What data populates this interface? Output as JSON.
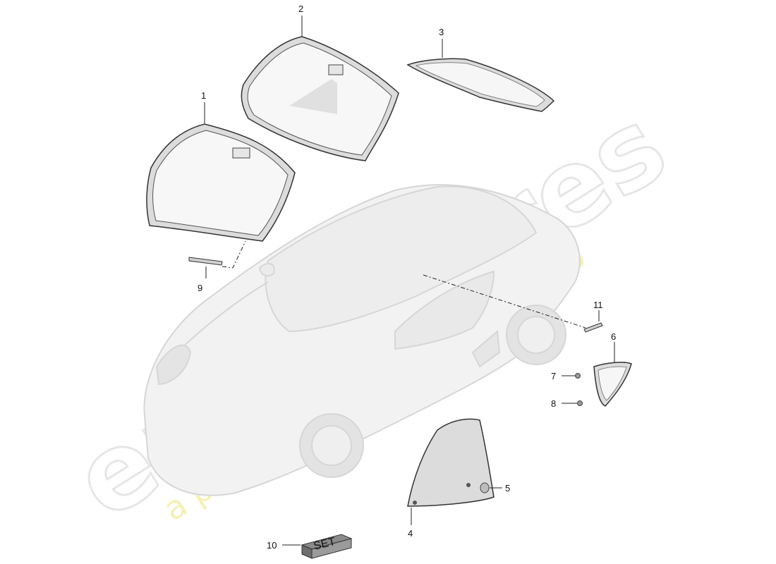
{
  "watermark": {
    "brand": "eurospares",
    "tagline": "a passion for parts since 1985"
  },
  "callouts": {
    "c1": "1",
    "c2": "2",
    "c3": "3",
    "c4": "4",
    "c5": "5",
    "c6": "6",
    "c7": "7",
    "c8": "8",
    "c9": "9",
    "c10": "10",
    "c11": "11"
  },
  "set_box": {
    "label": "SET"
  }
}
